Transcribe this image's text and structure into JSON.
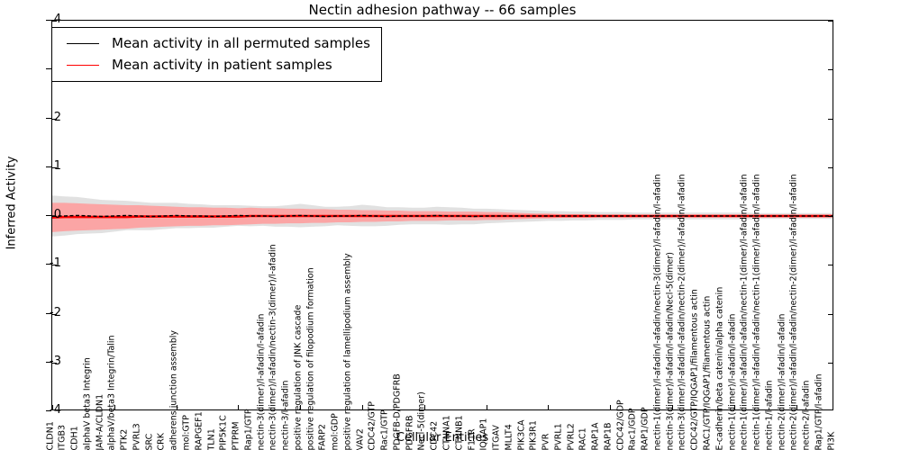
{
  "chart_data": {
    "type": "line",
    "title": "Nectin adhesion pathway -- 66 samples",
    "xlabel": "Cellular Entities",
    "ylabel": "Inferred Activity",
    "ylim": [
      -4,
      4
    ],
    "yticks": [
      "4",
      "3",
      "2",
      "1",
      "0",
      "-1",
      "-2",
      "-3",
      "-4"
    ],
    "ytick_values": [
      4,
      3,
      2,
      1,
      0,
      -1,
      -2,
      -3,
      -4
    ],
    "grid": false,
    "legend_position": "upper left",
    "legend": [
      {
        "label": "Mean activity in all permuted samples",
        "color": "#000000",
        "icon": "line-swatch-black"
      },
      {
        "label": "Mean activity in patient samples",
        "color": "#ff0000",
        "icon": "line-swatch-red"
      }
    ],
    "categories": [
      "CLDN1",
      "ITGB3",
      "CDH1",
      "alphaV beta3 Integrin",
      "JAM-A/CLDN1",
      "alphaV/beta3 Integrin/Talin",
      "PTK2",
      "PVRL3",
      "SRC",
      "CRK",
      "adherens junction assembly",
      "mol:GTP",
      "RAPGEF1",
      "TLN1",
      "PIP5K1C",
      "PTPRM",
      "Rap1/GTP",
      "nectin-3(dimer)/l-afadin/l-afadin",
      "nectin-3(dimer)/l-afadin/nectin-3(dimer)/l-afadin",
      "nectin-3/l-afadin",
      "positive regulation of JNK cascade",
      "positive regulation of filopodium formation",
      "FARP2",
      "mol:GDP",
      "positive regulation of lamellipodium assembly",
      "VAV2",
      "CDC42/GTP",
      "Rac1/GTP",
      "PDGFB-D/PDGFRB",
      "PDGFRB",
      "Necl-5(dimer)",
      "CDC42",
      "CTNNA1",
      "CTNNB1",
      "F11R",
      "IQGAP1",
      "ITGAV",
      "MLLT4",
      "PIK3CA",
      "PIK3R1",
      "PVR",
      "PVRL1",
      "PVRL2",
      "RAC1",
      "RAP1A",
      "RAP1B",
      "CDC42/GDP",
      "Rac1/GDP",
      "RAP1/GDP",
      "nectin-1(dimer)/l-afadin/l-afadin/nectin-3(dimer)/l-afadin/l-afadin",
      "nectin-3(dimer)/l-afadin/l-afadin/Necl-5(dimer)",
      "nectin-3(dimer)/l-afadin/l-afadin/nectin-2(dimer)/l-afadin/l-afadin",
      "CDC42/GTP/IQGAP1/filamentous actin",
      "RAC1/GTP/IQGAP1/filamentous actin",
      "E-cadherin/beta catenin/alpha catenin",
      "nectin-1(dimer)/l-afadin/l-afadin",
      "nectin-1(dimer)/l-afadin/l-afadin/nectin-1(dimer)/l-afadin/l-afadin",
      "nectin-1(dimer)/l-afadin/l-afadin/nectin-1(dimer)/l-afadin/l-afadin",
      "nectin-1/l-afadin",
      "nectin-2(dimer)/l-afadin/l-afadin",
      "nectin-2(dimer)/l-afadin/l-afadin/nectin-2(dimer)/l-afadin/l-afadin",
      "nectin-2/l-afadin",
      "Rap1/GTP/l-afadin",
      "PI3K"
    ],
    "series": [
      {
        "name": "Mean activity in all permuted samples",
        "color": "#000000",
        "style": "dashed",
        "band_color": "#c8c8c8",
        "values": [
          0.0,
          0.0,
          0.01,
          0.0,
          -0.01,
          0.0,
          0.01,
          0.0,
          -0.01,
          0.0,
          0.01,
          0.0,
          0.0,
          -0.01,
          0.0,
          0.01,
          0.0,
          0.0,
          -0.01,
          0.0,
          0.01,
          0.0,
          -0.01,
          0.0,
          0.0,
          0.01,
          0.0,
          -0.01,
          0.0,
          0.0,
          0.0,
          0.01,
          0.0,
          0.0,
          -0.01,
          0.0,
          0.0,
          0.0,
          0.0,
          0.0,
          0.0,
          0.0,
          0.0,
          0.0,
          0.0,
          0.0,
          0.0,
          0.0,
          0.0,
          0.0,
          0.0,
          0.0,
          0.0,
          0.0,
          0.0,
          0.0,
          0.0,
          0.0,
          0.0,
          0.0,
          0.0,
          0.0,
          0.0,
          0.0,
          0.0,
          0.0
        ],
        "band_halfwidth": [
          0.42,
          0.4,
          0.38,
          0.36,
          0.34,
          0.32,
          0.3,
          0.29,
          0.28,
          0.27,
          0.26,
          0.25,
          0.24,
          0.23,
          0.22,
          0.21,
          0.21,
          0.2,
          0.21,
          0.22,
          0.24,
          0.22,
          0.2,
          0.19,
          0.2,
          0.22,
          0.21,
          0.19,
          0.18,
          0.17,
          0.17,
          0.18,
          0.18,
          0.17,
          0.16,
          0.15,
          0.14,
          0.13,
          0.12,
          0.11,
          0.1,
          0.1,
          0.09,
          0.09,
          0.08,
          0.08,
          0.08,
          0.07,
          0.07,
          0.07,
          0.07,
          0.07,
          0.07,
          0.07,
          0.07,
          0.07,
          0.07,
          0.06,
          0.06,
          0.06,
          0.06,
          0.06,
          0.06,
          0.06,
          0.06,
          0.06
        ]
      },
      {
        "name": "Mean activity in patient samples",
        "color": "#ff0000",
        "style": "solid",
        "band_color": "#ff9a9a",
        "values": [
          -0.03,
          -0.02,
          -0.02,
          -0.02,
          -0.02,
          -0.02,
          -0.02,
          -0.01,
          -0.01,
          -0.01,
          -0.01,
          -0.01,
          -0.01,
          -0.01,
          -0.01,
          -0.01,
          0.0,
          0.0,
          0.0,
          0.0,
          0.0,
          0.0,
          0.0,
          0.0,
          0.0,
          0.0,
          0.0,
          0.0,
          0.0,
          0.0,
          0.0,
          0.0,
          0.0,
          0.0,
          0.0,
          0.0,
          0.0,
          0.0,
          0.0,
          0.0,
          0.0,
          0.0,
          0.0,
          0.0,
          0.0,
          0.0,
          0.0,
          0.0,
          0.0,
          0.0,
          0.0,
          0.0,
          0.0,
          0.0,
          0.0,
          0.0,
          0.0,
          0.0,
          0.0,
          0.0,
          0.0,
          0.0,
          0.0,
          0.0,
          0.0,
          0.0
        ],
        "band_halfwidth": [
          0.3,
          0.29,
          0.28,
          0.27,
          0.26,
          0.25,
          0.24,
          0.23,
          0.22,
          0.21,
          0.2,
          0.19,
          0.19,
          0.18,
          0.18,
          0.17,
          0.17,
          0.16,
          0.16,
          0.15,
          0.15,
          0.14,
          0.14,
          0.13,
          0.13,
          0.12,
          0.12,
          0.11,
          0.11,
          0.1,
          0.1,
          0.1,
          0.09,
          0.09,
          0.09,
          0.08,
          0.08,
          0.07,
          0.06,
          0.05,
          0.05,
          0.04,
          0.04,
          0.04,
          0.03,
          0.03,
          0.03,
          0.03,
          0.03,
          0.03,
          0.03,
          0.03,
          0.03,
          0.03,
          0.03,
          0.03,
          0.03,
          0.03,
          0.03,
          0.03,
          0.03,
          0.03,
          0.03,
          0.03,
          0.03,
          0.03
        ]
      }
    ]
  }
}
